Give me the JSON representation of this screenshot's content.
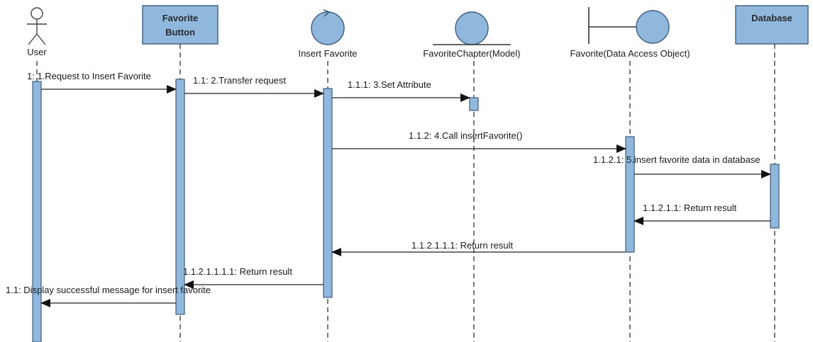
{
  "participants": {
    "user": {
      "label": "User"
    },
    "favorite_button": {
      "line1": "Favorite",
      "line2": "Button"
    },
    "insert_favorite": {
      "label": "Insert Favorite"
    },
    "favorite_chapter": {
      "label": "FavoriteChapter(Model)"
    },
    "favorite_dao": {
      "label": "Favorite(Data Access Object)"
    },
    "database": {
      "label": "Database"
    }
  },
  "messages": [
    {
      "id": "m1",
      "text": "1: 1.Request to Insert Favorite"
    },
    {
      "id": "m2",
      "text": "1.1: 2.Transfer request"
    },
    {
      "id": "m3",
      "text": "1.1.1: 3.Set Attribute"
    },
    {
      "id": "m4",
      "text": "1.1.2: 4.Call insertFavorite()"
    },
    {
      "id": "m5",
      "text": "1.1.2.1: 5.insert favorite data in database"
    },
    {
      "id": "m6",
      "text": "1.1.2.1.1: Return result"
    },
    {
      "id": "m7",
      "text": "1.1.2.1.1.1: Return result"
    },
    {
      "id": "m8",
      "text": "1.1.2.1.1.1.1: Return result"
    },
    {
      "id": "m9",
      "text": "1.1: Display successful message for insert favorite"
    }
  ],
  "colors": {
    "fill": "#8fb8dc",
    "stroke": "#3a5f86",
    "line": "#222222"
  }
}
